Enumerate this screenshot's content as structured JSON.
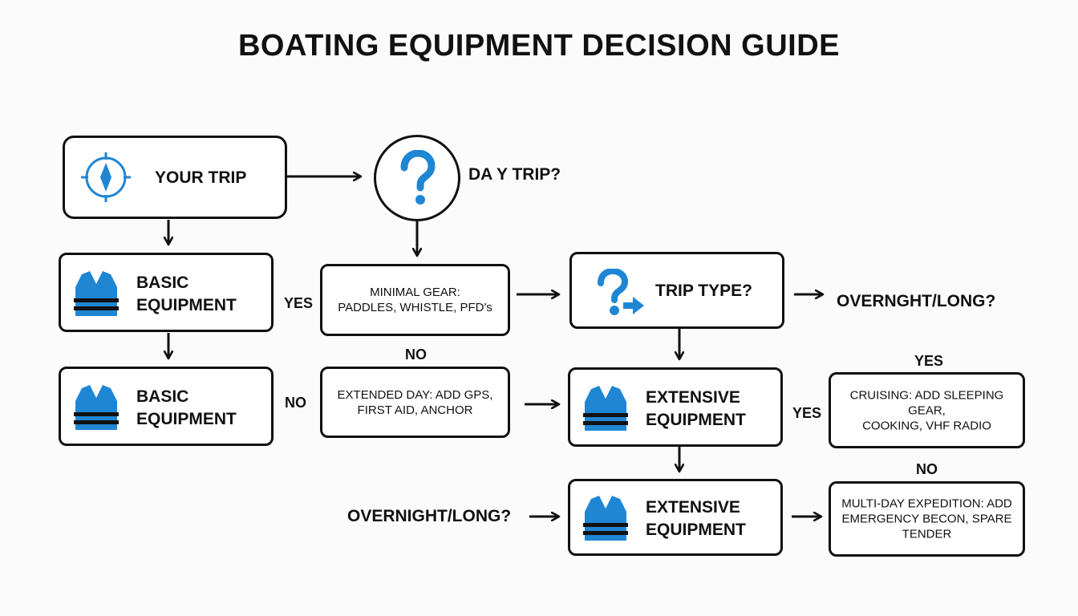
{
  "title": "BOATING EQUIPMENT DECISION GUIDE",
  "accent_color": "#1f86d4",
  "nodes": {
    "your_trip": {
      "label": "YOUR TRIP",
      "icon": "compass-icon"
    },
    "day_trip_question": {
      "label": "DA Y TRIP?",
      "icon": "question-mark-icon"
    },
    "basic_equipment_1": {
      "label": "BASIC\nEQUIPMENT",
      "icon": "life-vest-icon"
    },
    "basic_equipment_2": {
      "label": "BASIC\nEQUIPMENT",
      "icon": "life-vest-icon"
    },
    "minimal_gear": {
      "text": "MINIMAL GEAR:\nPADDLES, WHISTLE, PFD's"
    },
    "extended_day": {
      "text": "EXTENDED DAY: ADD GPS,\nFIRST AID, ANCHOR"
    },
    "trip_type": {
      "label": "TRIP TYPE?",
      "icon": "question-arrow-icon"
    },
    "overnight_long_1": {
      "label": "OVERNGHT/LONG?"
    },
    "extensive_equipment_1": {
      "label": "EXTENSIVE\nEQUIPMENT",
      "icon": "life-vest-icon"
    },
    "extensive_equipment_2": {
      "label": "EXTENSIVE\nEQUIPMENT",
      "icon": "life-vest-icon"
    },
    "cruising": {
      "text": "CRUISING: ADD SLEEPING GEAR,\nCOOKING, VHF RADIO"
    },
    "multi_day": {
      "text": "MULTI-DAY EXPEDITION: ADD\nEMERGENCY BECON, SPARE\nTENDER"
    },
    "overnight_long_2": {
      "label": "OVERNIGHT/LONG?"
    }
  },
  "edge_labels": {
    "yes_basic": "YES",
    "no_middle": "NO",
    "no_basic": "NO",
    "yes_right_top": "YES",
    "yes_extensive": "YES",
    "no_right": "NO"
  }
}
